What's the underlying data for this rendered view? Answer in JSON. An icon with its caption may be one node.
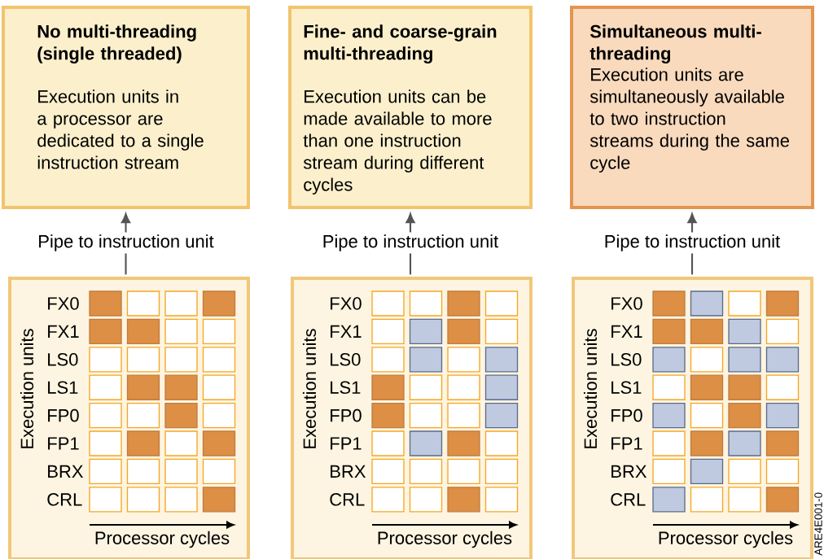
{
  "diagram": {
    "nodes": [
      {
        "text": [
          "No multi-threading (single threaded)",
          "Execution units in a processor are dedicated to a single instruction stream"
        ]
      },
      {
        "text": [
          "Fine- and coarse-grain multi-threading",
          "Execution units can be made available to more than one instruction stream during different cycles"
        ]
      },
      {
        "text": [
          "Simultaneous multi-threading",
          "Execution units are simultaneously available to two instruction streams during the same cycle"
        ]
      },
      {
        "text": [
          "Execution units",
          "Processor cycles"
        ]
      },
      {
        "text": [
          "Execution units",
          "Processor cycles"
        ]
      },
      {
        "text": [
          "Execution units",
          "Processor cycles"
        ]
      }
    ],
    "edges": [
      {
        "from": 3,
        "to": 0,
        "arrow": "to",
        "label": "Pipe to instruction unit"
      },
      {
        "from": 4,
        "to": 1,
        "arrow": "to",
        "label": "Pipe to instruction unit"
      },
      {
        "from": 5,
        "to": 2,
        "arrow": "to",
        "label": "Pipe to instruction unit"
      }
    ],
    "labels": [
      "FX0",
      "FX1",
      "LS0",
      "LS1",
      "FP0",
      "FP1",
      "BRX",
      "CRL",
      "FX0",
      "FX1",
      "LS0",
      "LS1",
      "FP0",
      "FP1",
      "BRX",
      "CRL",
      "FX0",
      "FX1",
      "LS0",
      "LS1",
      "FP0",
      "FP1",
      "BRX",
      "CRL",
      "ARE4E001-0"
    ]
  }
}
